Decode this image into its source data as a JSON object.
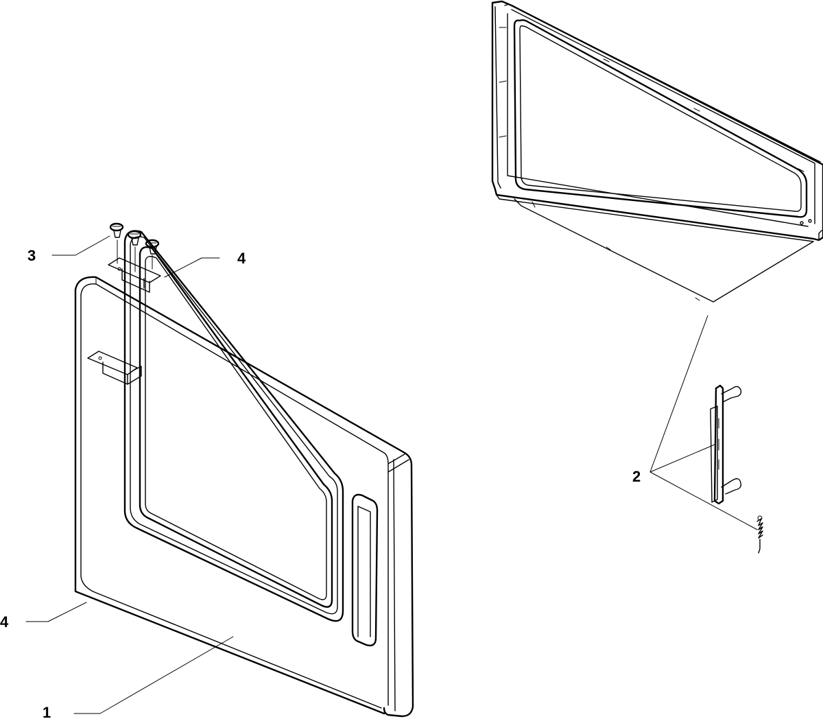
{
  "callouts": {
    "door_assembly": "1",
    "latch_parts": "2",
    "screws": "3",
    "hinge_top": "4",
    "hinge_bottom": "4"
  }
}
